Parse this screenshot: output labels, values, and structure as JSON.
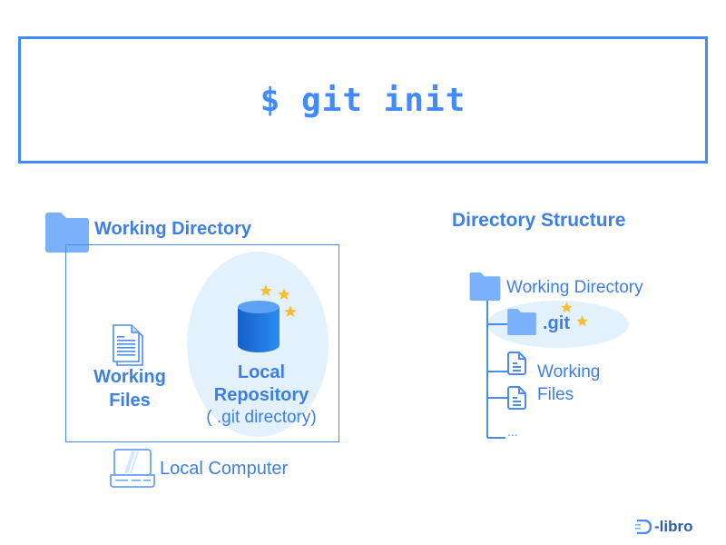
{
  "command_box": {
    "text": "$ git init"
  },
  "left_panel": {
    "working_directory_label": "Working Directory",
    "working_files_label_line1": "Working",
    "working_files_label_line2": "Files",
    "local_repository_line1": "Local",
    "local_repository_line2": "Repository",
    "local_repository_sub": "( .git directory)",
    "local_computer_label": "Local Computer"
  },
  "right_panel": {
    "title": "Directory Structure",
    "tree": {
      "root_label": "Working Directory",
      "git_label": ".git",
      "working_files_line1": "Working",
      "working_files_line2": "Files",
      "ellipsis": "..."
    }
  },
  "logo": {
    "text": "-libro",
    "mark": "D"
  },
  "colors": {
    "accent": "#448AFF",
    "text": "#3D7FE3",
    "folder": "#7AB1FA",
    "oval_fill": "#E3F1FD",
    "cylinder": "#1E78E6",
    "star": "#F7BE35",
    "logo": "#2F5DA8"
  }
}
